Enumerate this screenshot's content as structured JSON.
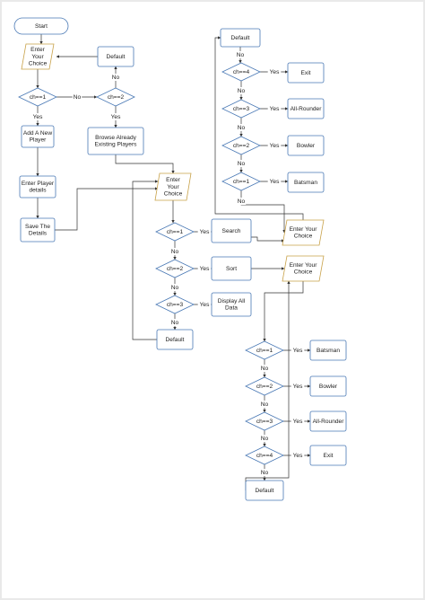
{
  "nodes": [
    {
      "id": "start",
      "shape": "terminal",
      "lines": [
        "Start"
      ]
    },
    {
      "id": "enter1",
      "shape": "io",
      "lines": [
        "Enter",
        "Your",
        "Choice"
      ]
    },
    {
      "id": "default1",
      "shape": "process",
      "lines": [
        "Default"
      ]
    },
    {
      "id": "d_ch1",
      "shape": "decision",
      "lines": [
        "ch==1"
      ]
    },
    {
      "id": "d_ch2",
      "shape": "decision",
      "lines": [
        "ch==2"
      ]
    },
    {
      "id": "add",
      "shape": "process",
      "lines": [
        "Add A New",
        "Player"
      ]
    },
    {
      "id": "browse",
      "shape": "process",
      "lines": [
        "Browse Already",
        "Existing Players"
      ]
    },
    {
      "id": "details",
      "shape": "process",
      "lines": [
        "Enter Player",
        "details"
      ]
    },
    {
      "id": "save",
      "shape": "process",
      "lines": [
        "Save The",
        "Details"
      ]
    },
    {
      "id": "enter2",
      "shape": "io",
      "lines": [
        "Enter",
        "Your",
        "Choice"
      ]
    },
    {
      "id": "b_ch1",
      "shape": "decision",
      "lines": [
        "ch==1"
      ]
    },
    {
      "id": "b_ch2",
      "shape": "decision",
      "lines": [
        "ch==2"
      ]
    },
    {
      "id": "b_ch3",
      "shape": "decision",
      "lines": [
        "ch==3"
      ]
    },
    {
      "id": "search",
      "shape": "process",
      "lines": [
        "Search"
      ]
    },
    {
      "id": "sort",
      "shape": "process",
      "lines": [
        "Sort"
      ]
    },
    {
      "id": "display",
      "shape": "process",
      "lines": [
        "Display All",
        "Data"
      ]
    },
    {
      "id": "default2",
      "shape": "process",
      "lines": [
        "Default"
      ]
    },
    {
      "id": "default3",
      "shape": "process",
      "lines": [
        "Default"
      ]
    },
    {
      "id": "s_ch4",
      "shape": "decision",
      "lines": [
        "ch==4"
      ]
    },
    {
      "id": "s_ch3",
      "shape": "decision",
      "lines": [
        "ch==3"
      ]
    },
    {
      "id": "s_ch2",
      "shape": "decision",
      "lines": [
        "ch==2"
      ]
    },
    {
      "id": "s_ch1",
      "shape": "decision",
      "lines": [
        "ch==1"
      ]
    },
    {
      "id": "exit1",
      "shape": "process",
      "lines": [
        "Exit"
      ]
    },
    {
      "id": "allr1",
      "shape": "process",
      "lines": [
        "All-Rounder"
      ]
    },
    {
      "id": "bowler1",
      "shape": "process",
      "lines": [
        "Bowler"
      ]
    },
    {
      "id": "bats1",
      "shape": "process",
      "lines": [
        "Batsman"
      ]
    },
    {
      "id": "enter3",
      "shape": "io",
      "lines": [
        "Enter Your",
        "Choice"
      ]
    },
    {
      "id": "enter4",
      "shape": "io",
      "lines": [
        "Enter Your",
        "Choice"
      ]
    },
    {
      "id": "t_ch1",
      "shape": "decision",
      "lines": [
        "ch==1"
      ]
    },
    {
      "id": "t_ch2",
      "shape": "decision",
      "lines": [
        "ch==2"
      ]
    },
    {
      "id": "t_ch3",
      "shape": "decision",
      "lines": [
        "ch==3"
      ]
    },
    {
      "id": "t_ch4",
      "shape": "decision",
      "lines": [
        "ch==4"
      ]
    },
    {
      "id": "bats2",
      "shape": "process",
      "lines": [
        "Batsman"
      ]
    },
    {
      "id": "bowler2",
      "shape": "process",
      "lines": [
        "Bowler"
      ]
    },
    {
      "id": "allr2",
      "shape": "process",
      "lines": [
        "All-Rounder"
      ]
    },
    {
      "id": "exit2",
      "shape": "process",
      "lines": [
        "Exit"
      ]
    },
    {
      "id": "default4",
      "shape": "process",
      "lines": [
        "Default"
      ]
    }
  ],
  "edges": [
    {
      "from": "start",
      "to": "enter1",
      "label": ""
    },
    {
      "from": "enter1",
      "to": "d_ch1",
      "label": ""
    },
    {
      "from": "d_ch1",
      "to": "add",
      "label": "Yes"
    },
    {
      "from": "d_ch1",
      "to": "d_ch2",
      "label": "No"
    },
    {
      "from": "d_ch2",
      "to": "default1",
      "label": "No"
    },
    {
      "from": "default1",
      "to": "enter1",
      "label": ""
    },
    {
      "from": "d_ch2",
      "to": "browse",
      "label": "Yes"
    },
    {
      "from": "add",
      "to": "details",
      "label": ""
    },
    {
      "from": "details",
      "to": "save",
      "label": ""
    },
    {
      "from": "save",
      "to": "enter2",
      "label": ""
    },
    {
      "from": "browse",
      "to": "enter2",
      "label": ""
    },
    {
      "from": "enter2",
      "to": "b_ch1",
      "label": ""
    },
    {
      "from": "b_ch1",
      "to": "search",
      "label": "Yes"
    },
    {
      "from": "b_ch1",
      "to": "b_ch2",
      "label": "No"
    },
    {
      "from": "b_ch2",
      "to": "sort",
      "label": "Yes"
    },
    {
      "from": "b_ch2",
      "to": "b_ch3",
      "label": "No"
    },
    {
      "from": "b_ch3",
      "to": "display",
      "label": "Yes"
    },
    {
      "from": "b_ch3",
      "to": "default2",
      "label": "No"
    },
    {
      "from": "default2",
      "to": "enter2",
      "label": ""
    },
    {
      "from": "search",
      "to": "enter3",
      "label": ""
    },
    {
      "from": "sort",
      "to": "enter4",
      "label": ""
    },
    {
      "from": "enter3",
      "to": "default3",
      "label": ""
    },
    {
      "from": "default3",
      "to": "s_ch4",
      "label": "No"
    },
    {
      "from": "s_ch4",
      "to": "exit1",
      "label": "Yes"
    },
    {
      "from": "s_ch4",
      "to": "s_ch3",
      "label": "No"
    },
    {
      "from": "s_ch3",
      "to": "allr1",
      "label": "Yes"
    },
    {
      "from": "s_ch3",
      "to": "s_ch2",
      "label": "No"
    },
    {
      "from": "s_ch2",
      "to": "bowler1",
      "label": "Yes"
    },
    {
      "from": "s_ch2",
      "to": "s_ch1",
      "label": "No"
    },
    {
      "from": "s_ch1",
      "to": "bats1",
      "label": "Yes"
    },
    {
      "from": "s_ch1",
      "to": "enter3",
      "label": "No"
    },
    {
      "from": "enter4",
      "to": "t_ch1",
      "label": ""
    },
    {
      "from": "t_ch1",
      "to": "bats2",
      "label": "Yes"
    },
    {
      "from": "t_ch1",
      "to": "t_ch2",
      "label": "No"
    },
    {
      "from": "t_ch2",
      "to": "bowler2",
      "label": "Yes"
    },
    {
      "from": "t_ch2",
      "to": "t_ch3",
      "label": "No"
    },
    {
      "from": "t_ch3",
      "to": "allr2",
      "label": "Yes"
    },
    {
      "from": "t_ch3",
      "to": "t_ch4",
      "label": "No"
    },
    {
      "from": "t_ch4",
      "to": "exit2",
      "label": "Yes"
    },
    {
      "from": "t_ch4",
      "to": "default4",
      "label": "No"
    },
    {
      "from": "default4",
      "to": "enter4",
      "label": ""
    }
  ],
  "colors": {
    "stroke": "#4a79b5",
    "fill": "#ffffff",
    "io_stroke": "#c8a24a",
    "line": "#333333",
    "page": "#ffffff",
    "background": "#e9e9e9"
  }
}
